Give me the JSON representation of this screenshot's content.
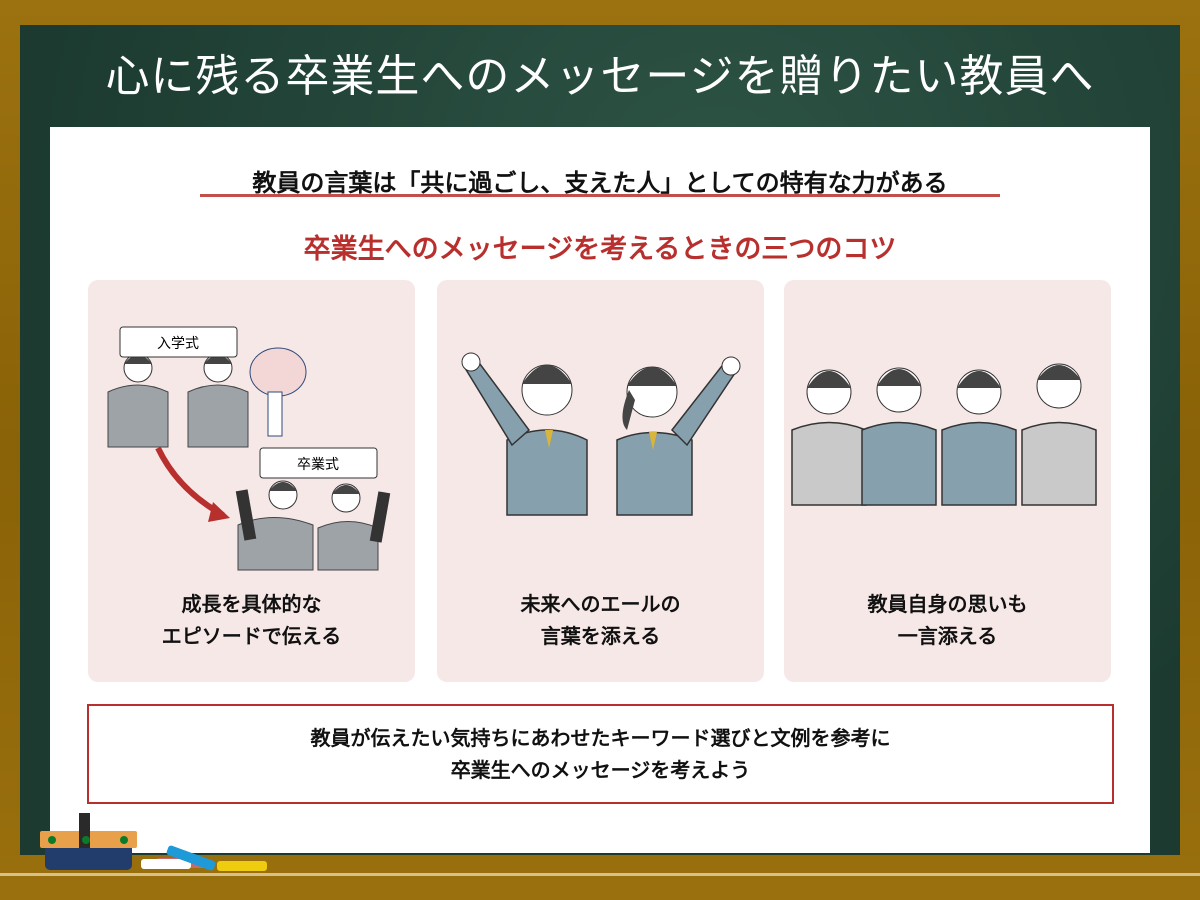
{
  "title": "心に残る卒業生へのメッセージを贈りたい教員へ",
  "subtitle": "教員の言葉は「共に過ごし、支えた人」としての特有な力がある",
  "heading": "卒業生へのメッセージを考えるときの三つのコツ",
  "cards": [
    {
      "line1": "成長を具体的な",
      "line2": "エピソードで伝える",
      "label_before": "入学式",
      "label_after": "卒業式"
    },
    {
      "line1": "未来へのエールの",
      "line2": "言葉を添える"
    },
    {
      "line1": "教員自身の思いも",
      "line2": "一言添える"
    }
  ],
  "bottom": {
    "line1": "教員が伝えたい気持ちにあわせたキーワード選びと文例を参考に",
    "line2": "卒業生へのメッセージを考えよう"
  },
  "colors": {
    "accent": "#b8302e",
    "board": "#1f3d33",
    "frame": "#936a08",
    "card": "#f7e8e8"
  }
}
